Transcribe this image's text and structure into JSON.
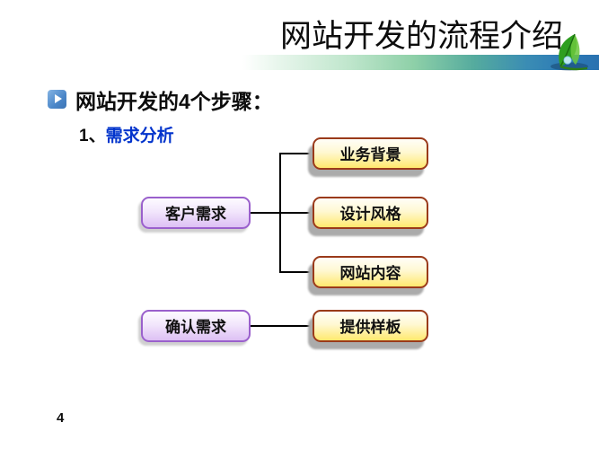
{
  "header": {
    "title": "网站开发的流程介绍",
    "leaf_icon": "leaf-with-dewdrop",
    "bar_colors": {
      "left": "#ffffff",
      "middle": "#8ed0a8",
      "right": "#2a72b0"
    }
  },
  "content": {
    "heading": "网站开发的4个步骤：",
    "item_number": "1、",
    "item_label": "需求分析",
    "item_label_color": "#0033cc",
    "bullet_icon": "play-square",
    "bullet_color": "#4a86c8"
  },
  "diagram": {
    "nodes": [
      {
        "id": "customer-needs",
        "label": "客户需求",
        "style": "purple"
      },
      {
        "id": "confirm-needs",
        "label": "确认需求",
        "style": "purple"
      },
      {
        "id": "business-background",
        "label": "业务背景",
        "style": "yellow"
      },
      {
        "id": "design-style",
        "label": "设计风格",
        "style": "yellow"
      },
      {
        "id": "website-content",
        "label": "网站内容",
        "style": "yellow"
      },
      {
        "id": "provide-sample",
        "label": "提供样板",
        "style": "yellow"
      }
    ],
    "edges": [
      {
        "from": "customer-needs",
        "to": "business-background"
      },
      {
        "from": "customer-needs",
        "to": "design-style"
      },
      {
        "from": "customer-needs",
        "to": "website-content"
      },
      {
        "from": "confirm-needs",
        "to": "provide-sample"
      }
    ],
    "colors": {
      "purple_border": "#9a60cc",
      "purple_fill": "#ddc0f4",
      "yellow_border": "#9a3a1a",
      "yellow_fill": "#ffe96e",
      "edge": "#000000"
    }
  },
  "footer": {
    "page_number": "4"
  }
}
